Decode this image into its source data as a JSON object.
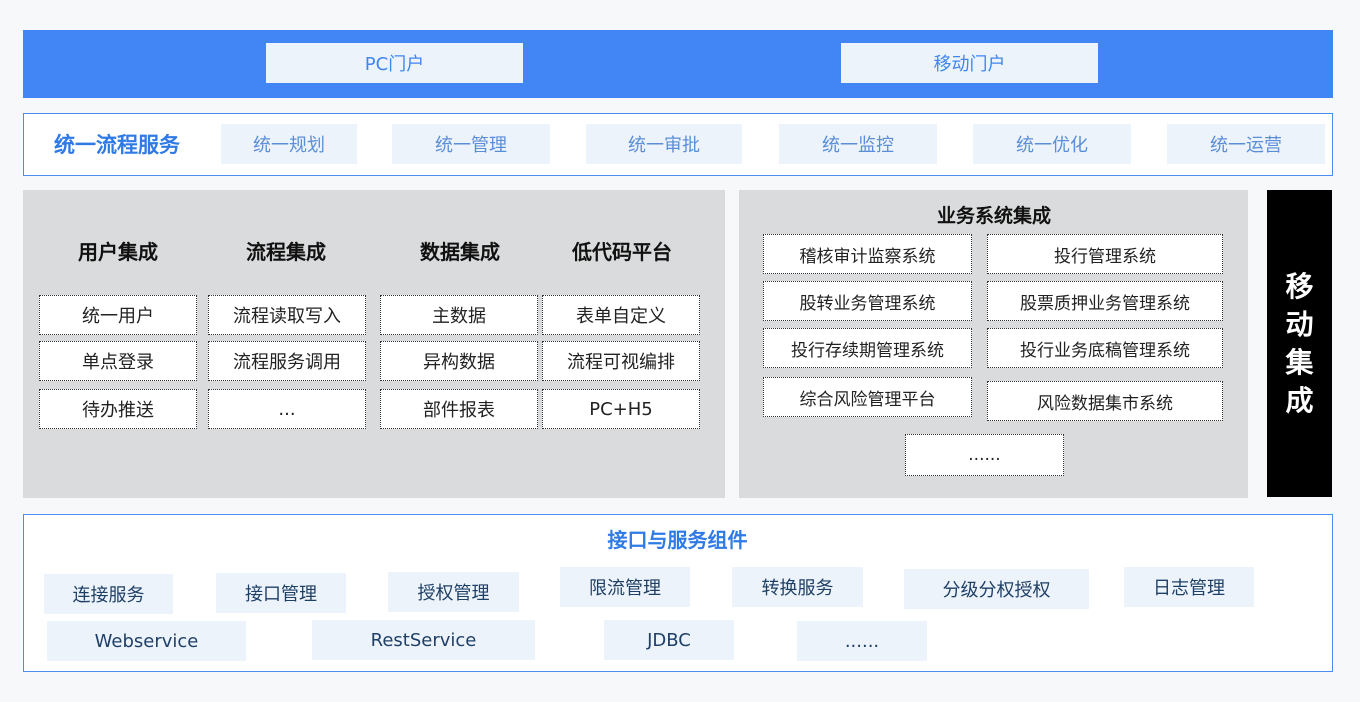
{
  "portals": [
    "PC门户",
    "移动门户"
  ],
  "process": {
    "title": "统一流程服务",
    "items": [
      "统一规划",
      "统一管理",
      "统一审批",
      "统一监控",
      "统一优化",
      "统一运营"
    ]
  },
  "integration": {
    "columns": [
      {
        "title": "用户集成",
        "items": [
          "统一用户",
          "单点登录",
          "待办推送"
        ]
      },
      {
        "title": "流程集成",
        "items": [
          "流程读取写入",
          "流程服务调用",
          "..."
        ]
      },
      {
        "title": "数据集成",
        "items": [
          "主数据",
          "异构数据",
          "部件报表"
        ]
      },
      {
        "title": "低代码平台",
        "items": [
          "表单自定义",
          "流程可视编排",
          "PC+H5"
        ]
      }
    ]
  },
  "business": {
    "title": "业务系统集成",
    "systems": [
      "稽核审计监察系统",
      "投行管理系统",
      "股转业务管理系统",
      "股票质押业务管理系统",
      "投行存续期管理系统",
      "投行业务底稿管理系统",
      "综合风险管理平台",
      "风险数据集市系统",
      "......"
    ]
  },
  "mobile": {
    "chars": [
      "移",
      "动",
      "集",
      "成"
    ]
  },
  "interface": {
    "title": "接口与服务组件",
    "components": [
      "连接服务",
      "接口管理",
      "授权管理",
      "限流管理",
      "转换服务",
      "分级分权授权",
      "日志管理",
      "Webservice",
      "RestService",
      "JDBC",
      "......"
    ]
  }
}
